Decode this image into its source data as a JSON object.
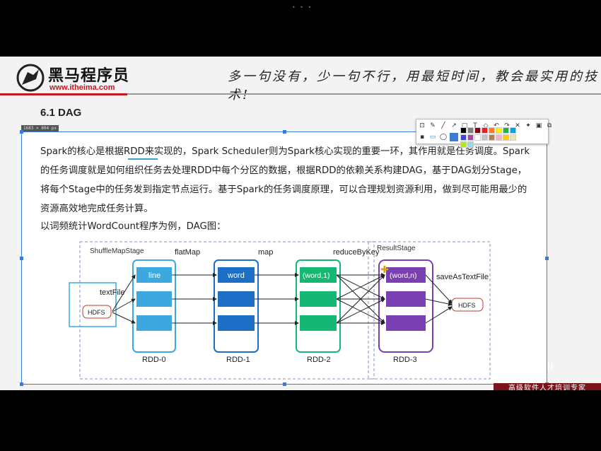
{
  "top_dots": "• • •",
  "header": {
    "brand": "黑马程序员",
    "url": "www.itheima.com",
    "slogan": "多一句没有，少一句不行，用最短时间，教会最实用的技术!"
  },
  "section_title": "6.1 DAG",
  "capture_size": "1683 × 804 px",
  "paragraph_lines": [
    "Spark的核心是根据RDD来实现的，Spark Scheduler则为Spark核心实现的重要一环，其作用就是任务调度。Spark",
    "的任务调度就是如何组织任务去处理RDD中每个分区的数据，根据RDD的依赖关系构建DAG，基于DAG划分Stage，",
    "将每个Stage中的任务发到指定节点运行。基于Spark的任务调度原理，可以合理规划资源利用，做到尽可能用最少的",
    "资源高效地完成任务计算。"
  ],
  "paragraph2": "以词频统计WordCount程序为例，DAG图：",
  "diagram": {
    "shuffle_stage": "ShuffleMapStage",
    "result_stage": "ResultStage",
    "text_file": "textFile",
    "hdfs_in": "HDFS",
    "hdfs_out": "HDFS",
    "flatmap": "flatMap",
    "map": "map",
    "reduce_by_key": "reduceByKey",
    "save_as_text_file": "saveAsTextFile",
    "rdd0_label": "RDD-0",
    "rdd1_label": "RDD-1",
    "rdd2_label": "RDD-2",
    "rdd3_label": "RDD-3",
    "rdd0_first": "line",
    "rdd1_first": "word",
    "rdd2_first": "(word,1)",
    "rdd3_first": "(word,n)",
    "colors": {
      "rdd0": "#3da8e0",
      "rdd1": "#1c6fc4",
      "rdd2": "#14b874",
      "rdd3": "#7a3fb0"
    }
  },
  "toolbar": {
    "icons": [
      "crop-icon",
      "pen-icon",
      "line-icon",
      "arrow-icon",
      "rect-icon",
      "text-icon",
      "eraser-icon",
      "undo-icon",
      "redo-icon",
      "close-icon",
      "pin-icon",
      "save-icon",
      "copy-icon"
    ],
    "swatches": [
      "#000000",
      "#7f7f7f",
      "#880015",
      "#ed1c24",
      "#ff7f27",
      "#fff200",
      "#22b14c",
      "#00a2e8",
      "#3f48cc",
      "#a349a4",
      "#ffffff",
      "#c3c3c3",
      "#b97a57",
      "#ffaec9",
      "#ffc90e",
      "#efe4b0",
      "#b5e61d",
      "#99d9ea"
    ]
  },
  "banner": "高级软件人才培训专家",
  "watermark": "bilibili"
}
